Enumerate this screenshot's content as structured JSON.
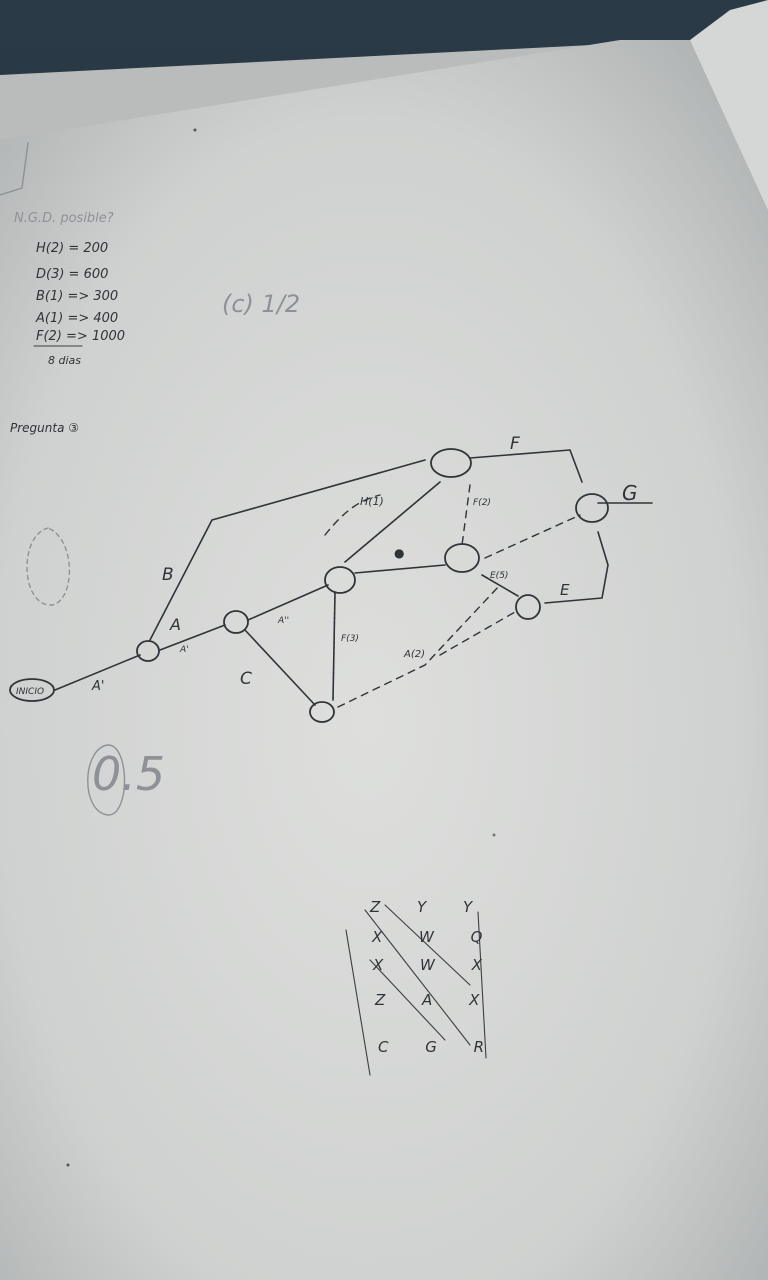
{
  "notes": {
    "heading": "N.G.D. posible?",
    "lines": [
      "H(2) = 200",
      "D(3) = 600",
      "B(1) => 300",
      "A(1) => 400",
      "F(2) => 1000"
    ],
    "total": "8 dias",
    "side_note": "(c) 1/2",
    "pregunta": "Pregunta ③"
  },
  "diagram": {
    "start_node": "INICIO",
    "labels": {
      "A_prime": "A'",
      "A_prime_small": "A'",
      "A": "A",
      "B": "B",
      "C": "C",
      "A_double": "A''",
      "H1": "H(1)",
      "F2": "F(2)",
      "F3": "F(3)",
      "E5": "E(5)",
      "A2": "A(2)",
      "D_mark": "●",
      "F": "F",
      "E": "E",
      "G": "G"
    }
  },
  "grade": "0.5",
  "grid": {
    "rows": [
      "Z Y Y",
      "X W Q",
      "X W X",
      "Z A X",
      "C G R"
    ]
  },
  "colors": {
    "paper": "#dfe0df",
    "ink": "#2f3438",
    "background": "#1b2530"
  }
}
